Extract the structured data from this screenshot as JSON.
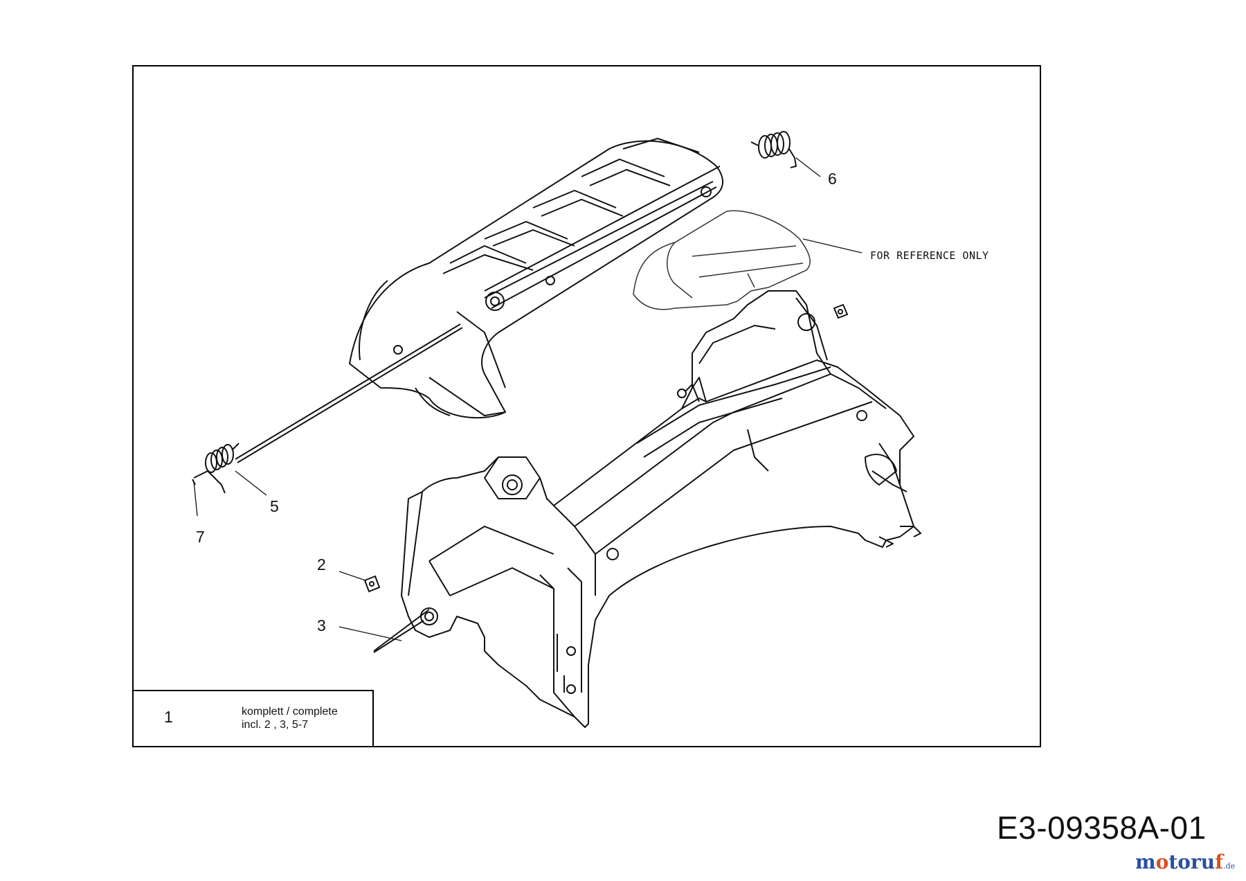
{
  "callouts": {
    "c2": "2",
    "c3": "3",
    "c5": "5",
    "c6": "6",
    "c7": "7"
  },
  "note": "FOR REFERENCE ONLY",
  "legend": {
    "item_number": "1",
    "line1": "komplett / complete",
    "line2": "incl. 2 , 3,  5-7"
  },
  "diagram_id": "E3-09358A-01",
  "watermark": {
    "brand": "motoruf",
    "suffix": ".de",
    "colors": {
      "primary": "#2a4f9e",
      "accent": "#d94f24"
    }
  },
  "colors": {
    "line": "#111111",
    "frame": "#000000"
  }
}
